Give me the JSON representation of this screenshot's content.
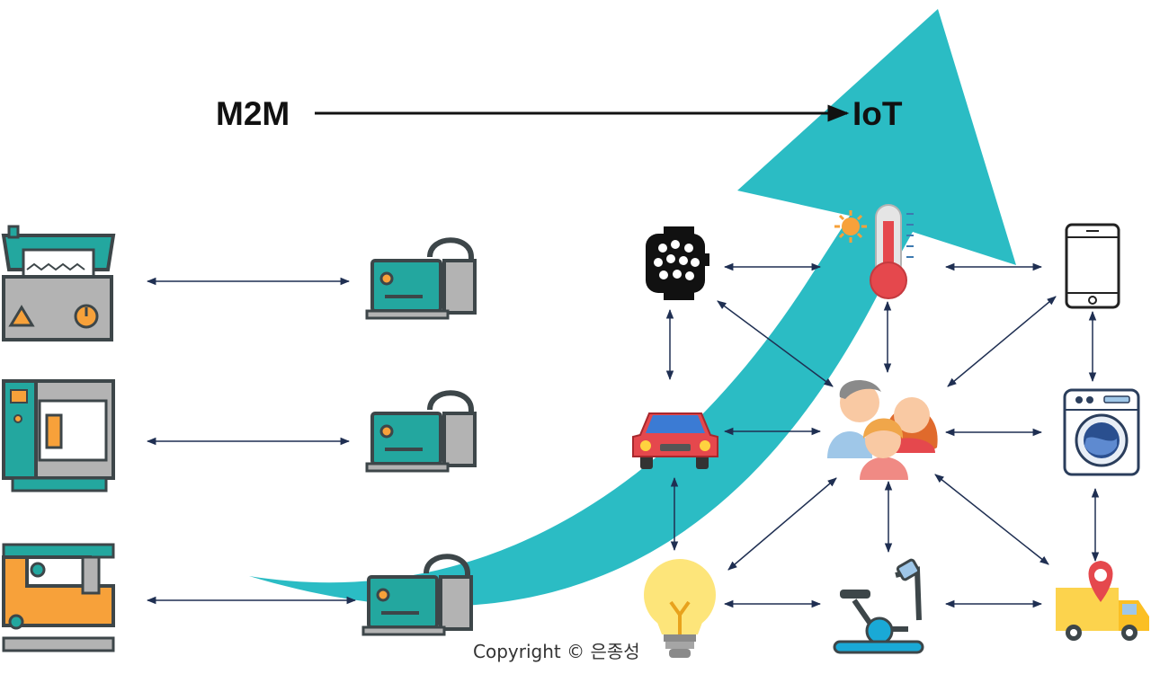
{
  "labels": {
    "left_title": "M2M",
    "right_title": "IoT",
    "copyright": "Copyright © 은종성"
  },
  "colors": {
    "arrow_teal": "#2bbcc4",
    "machine_teal": "#23a79f",
    "machine_dark": "#3d4649",
    "machine_grey": "#b3b3b3",
    "machine_orange": "#f7a13a",
    "connector_navy": "#1f2f52"
  },
  "icons": {
    "m2m_machines": [
      "industrial-machine-icon",
      "cnc-machine-icon",
      "sewing-machine-icon"
    ],
    "m2m_modules": [
      "m2m-module-icon",
      "m2m-module-icon",
      "m2m-module-icon"
    ],
    "iot_devices": [
      "smartwatch-icon",
      "thermometer-icon",
      "smartphone-icon",
      "car-icon",
      "family-icon",
      "washing-machine-icon",
      "light-bulb-icon",
      "exercise-bike-icon",
      "delivery-truck-icon"
    ]
  }
}
